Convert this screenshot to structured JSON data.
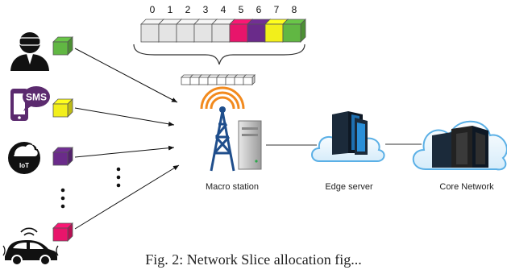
{
  "caption": "Fig. 2: Network Slice allocation fig...",
  "slot_indices": [
    "0",
    "1",
    "2",
    "3",
    "4",
    "5",
    "6",
    "7",
    "8"
  ],
  "slot_colors": [
    "#e4e4e4",
    "#e4e4e4",
    "#e4e4e4",
    "#e4e4e4",
    "#e4e4e4",
    "#e8156b",
    "#6a2b8a",
    "#f2ef1b",
    "#61b743"
  ],
  "user_cube_colors": [
    "#61b743",
    "#f2ef1b",
    "#6a2b8a",
    "#e8156b"
  ],
  "sms_text": "SMS",
  "iot_text": "IoT",
  "nodes": {
    "macro": "Macro station",
    "edge": "Edge server",
    "core": "Core Network"
  },
  "colors": {
    "tower_blue": "#1f4e8c",
    "signal_orange": "#f28a1e",
    "cloud_blue": "#5bb0e6",
    "server_dark": "#1b2a3a"
  }
}
